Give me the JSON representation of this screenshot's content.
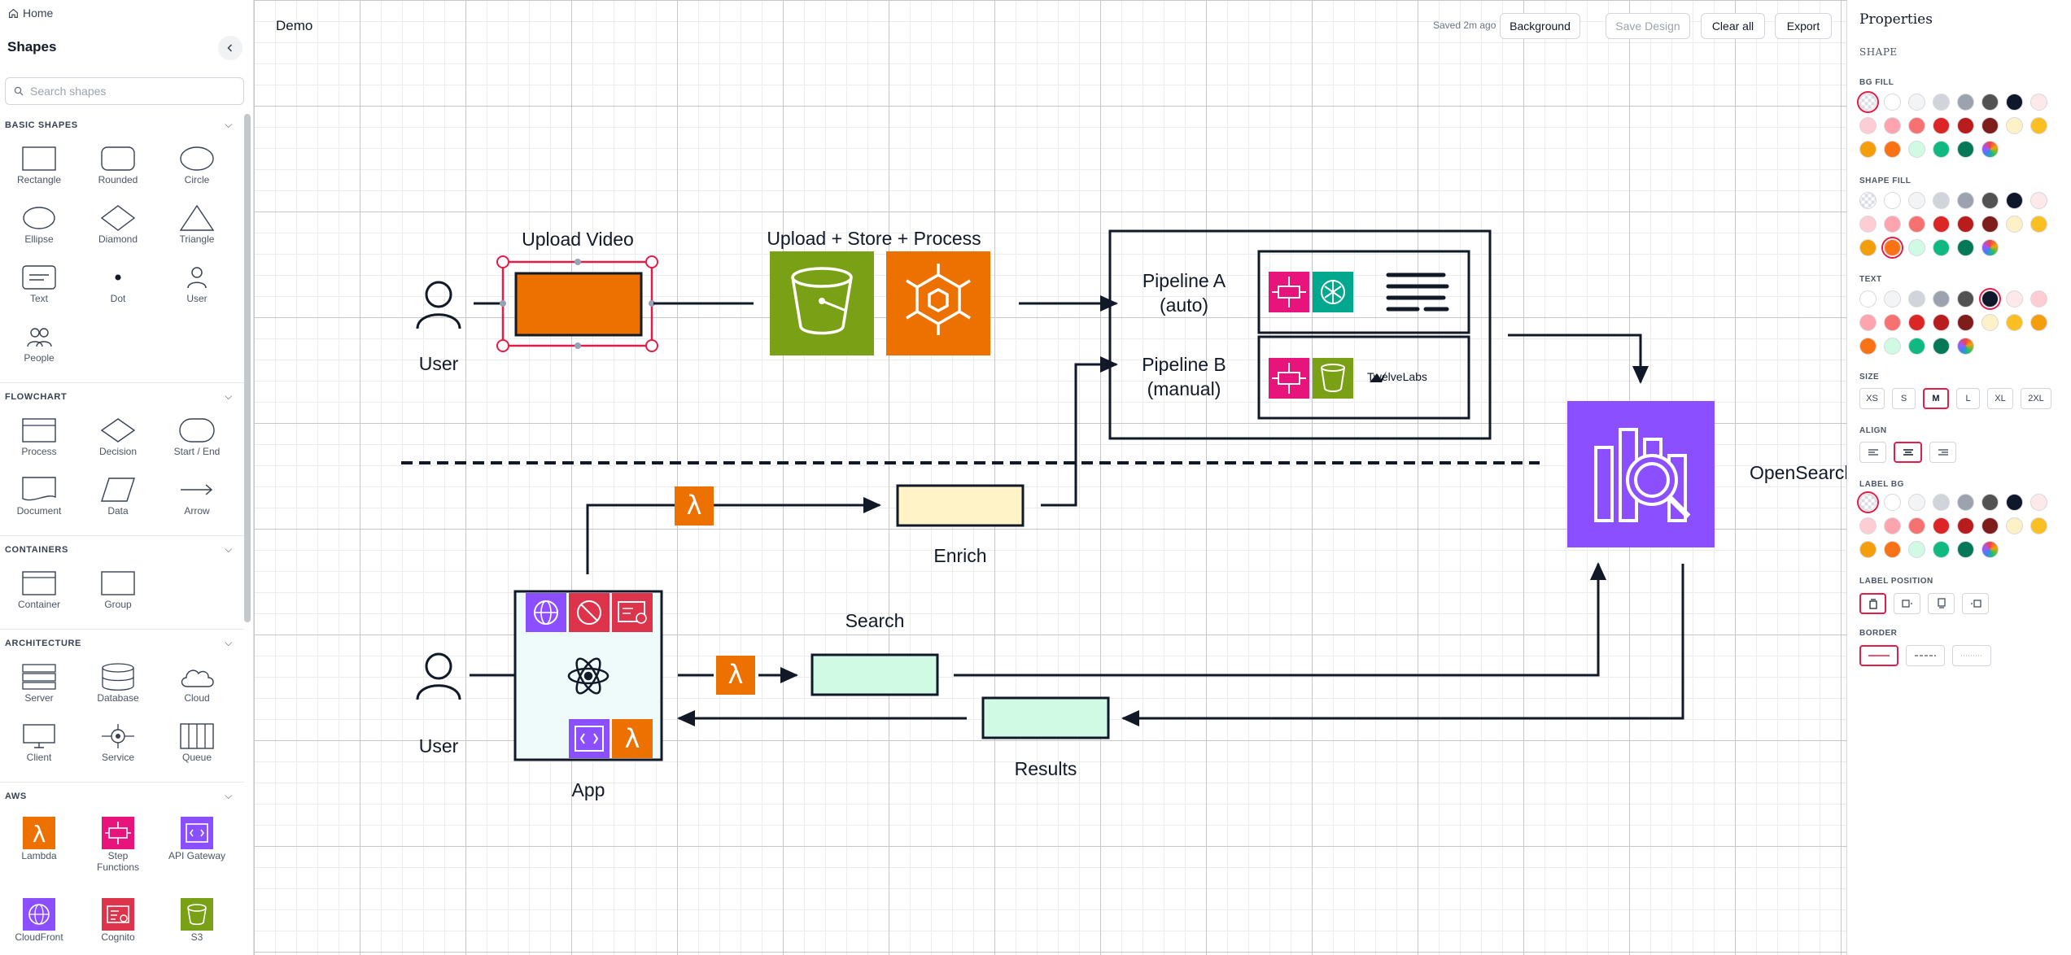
{
  "app": {
    "home_label": "Home"
  },
  "sidebar": {
    "title": "Shapes",
    "search_placeholder": "Search shapes",
    "sections": {
      "basic": {
        "title": "BASIC SHAPES",
        "items": [
          "Rectangle",
          "Rounded",
          "Circle",
          "Ellipse",
          "Diamond",
          "Triangle",
          "Text",
          "Dot",
          "User",
          "People"
        ]
      },
      "flowchart": {
        "title": "FLOWCHART",
        "items": [
          "Process",
          "Decision",
          "Start / End",
          "Document",
          "Data",
          "Arrow"
        ]
      },
      "containers": {
        "title": "CONTAINERS",
        "items": [
          "Container",
          "Group"
        ]
      },
      "architecture": {
        "title": "ARCHITECTURE",
        "items": [
          "Server",
          "Database",
          "Cloud",
          "Client",
          "Service",
          "Queue"
        ]
      },
      "aws": {
        "title": "AWS",
        "items": [
          "Lambda",
          "Step Functions",
          "API Gateway",
          "CloudFront",
          "Cognito",
          "S3"
        ]
      }
    }
  },
  "toolbar": {
    "doc_title": "Demo",
    "saved_text": "Saved 2m ago",
    "background_label": "Background",
    "save_design_label": "Save Design",
    "clear_all_label": "Clear all",
    "export_label": "Export"
  },
  "diagram": {
    "labels": {
      "user_top": "User",
      "upload_video": "Upload Video",
      "upload_store_process": "Upload + Store + Process",
      "pipeline_a_1": "Pipeline A",
      "pipeline_a_2": "(auto)",
      "pipeline_b_1": "Pipeline B",
      "pipeline_b_2": "(manual)",
      "twelvelabs": "TwelveLabs",
      "opensearch": "OpenSearch",
      "enrich": "Enrich",
      "search": "Search",
      "results": "Results",
      "user_bottom": "User",
      "app": "App"
    },
    "colors": {
      "lambda": "#ed7100",
      "step_functions": "#e7157b",
      "s3": "#7aa116",
      "ml": "#01a88d",
      "opensearch": "#8c4fff",
      "frontend": "#8c4fff",
      "security": "#dd344c",
      "selection": "#e11d48",
      "enrich_box": "#fff3c7",
      "search_box": "#d1fae5"
    }
  },
  "properties": {
    "title": "Properties",
    "subtitle": "SHAPE",
    "bg_fill_label": "BG FILL",
    "shape_fill_label": "SHAPE FILL",
    "text_label": "TEXT",
    "size_label": "SIZE",
    "sizes": [
      "XS",
      "S",
      "M",
      "L",
      "XL",
      "2XL"
    ],
    "size_selected": "M",
    "align_label": "ALIGN",
    "align_selected": "center",
    "label_bg_label": "LABEL BG",
    "label_position_label": "LABEL POSITION",
    "border_label": "BORDER",
    "palette": [
      "transparent",
      "#ffffff",
      "#f3f4f6",
      "#d1d5db",
      "#9ca3af",
      "#525252",
      "#0f172a",
      "#fde8ea",
      "#fecdd3",
      "#fda4af",
      "#f87171",
      "#dc2626",
      "#b91c1c",
      "#7f1d1d",
      "#fdf1c7",
      "#fbbf24",
      "#f59e0b",
      "#f97316",
      "#d1fae5",
      "#10b981",
      "#047857",
      "custom"
    ],
    "text_palette": [
      "#ffffff",
      "#f3f4f6",
      "#d1d5db",
      "#9ca3af",
      "#525252",
      "#0f172a",
      "#fde8ea",
      "#fecdd3",
      "#fda4af",
      "#f87171",
      "#dc2626",
      "#b91c1c",
      "#7f1d1d",
      "#fdf1c7",
      "#fbbf24",
      "#f59e0b",
      "#f97316",
      "#d1fae5",
      "#10b981",
      "#047857",
      "custom"
    ]
  }
}
